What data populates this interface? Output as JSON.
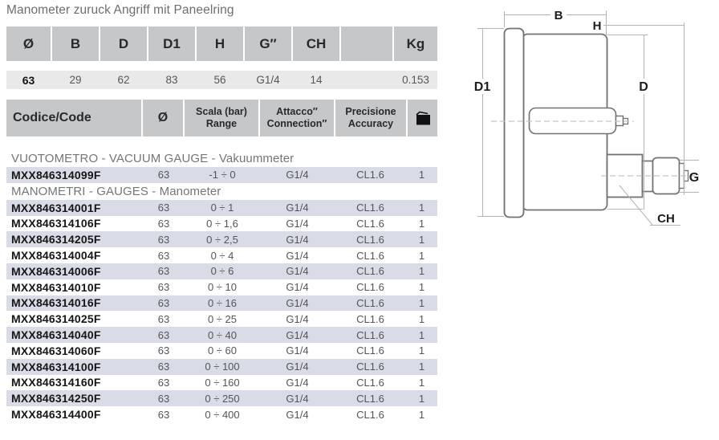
{
  "page": {
    "title": "Manometer zuruck Angriff mit Paneelring"
  },
  "colors": {
    "table_header_bg": "#c6c7c9",
    "spec_value_row_bg": "#e9e9ea",
    "striped_row_bg": "#d9dce6",
    "section_text": "#747579",
    "outline_gray": "#717275"
  },
  "dimensions_table": {
    "headers": [
      "Ø",
      "B",
      "D",
      "D1",
      "H",
      "G″",
      "CH",
      "",
      "Kg"
    ],
    "values": [
      "63",
      "29",
      "62",
      "83",
      "56",
      "G1/4",
      "14",
      "",
      "0.153"
    ]
  },
  "products_table": {
    "headers": {
      "code": "Codice/Code",
      "diameter": "Ø",
      "scale_line1": "Scala (bar)",
      "scale_line2": "Range",
      "connection_line1": "Attacco″",
      "connection_line2": "Connection″",
      "accuracy_line1": "Precisione",
      "accuracy_line2": "Accuracy",
      "package_icon": "package-icon"
    },
    "sections": [
      {
        "title": "VUOTOMETRO - VACUUM GAUGE - Vakuummeter",
        "rows": [
          {
            "code": "MXX846314099F",
            "diameter": "63",
            "scale": "-1 ÷ 0",
            "connection": "G1/4",
            "accuracy": "CL1.6",
            "qty": "1",
            "shaded": true
          }
        ]
      },
      {
        "title": "MANOMETRI - GAUGES - Manometer",
        "rows": [
          {
            "code": "MXX846314001F",
            "diameter": "63",
            "scale": "0 ÷ 1",
            "connection": "G1/4",
            "accuracy": "CL1.6",
            "qty": "1",
            "shaded": true
          },
          {
            "code": "MXX846314106F",
            "diameter": "63",
            "scale": "0 ÷ 1,6",
            "connection": "G1/4",
            "accuracy": "CL1.6",
            "qty": "1",
            "shaded": false
          },
          {
            "code": "MXX846314205F",
            "diameter": "63",
            "scale": "0 ÷ 2,5",
            "connection": "G1/4",
            "accuracy": "CL1.6",
            "qty": "1",
            "shaded": true
          },
          {
            "code": "MXX846314004F",
            "diameter": "63",
            "scale": "0 ÷ 4",
            "connection": "G1/4",
            "accuracy": "CL1.6",
            "qty": "1",
            "shaded": false
          },
          {
            "code": "MXX846314006F",
            "diameter": "63",
            "scale": "0 ÷ 6",
            "connection": "G1/4",
            "accuracy": "CL1.6",
            "qty": "1",
            "shaded": true
          },
          {
            "code": "MXX846314010F",
            "diameter": "63",
            "scale": "0 ÷ 10",
            "connection": "G1/4",
            "accuracy": "CL1.6",
            "qty": "1",
            "shaded": false
          },
          {
            "code": "MXX846314016F",
            "diameter": "63",
            "scale": "0 ÷ 16",
            "connection": "G1/4",
            "accuracy": "CL1.6",
            "qty": "1",
            "shaded": true
          },
          {
            "code": "MXX846314025F",
            "diameter": "63",
            "scale": "0 ÷ 25",
            "connection": "G1/4",
            "accuracy": "CL1.6",
            "qty": "1",
            "shaded": false
          },
          {
            "code": "MXX846314040F",
            "diameter": "63",
            "scale": "0 ÷ 40",
            "connection": "G1/4",
            "accuracy": "CL1.6",
            "qty": "1",
            "shaded": true
          },
          {
            "code": "MXX846314060F",
            "diameter": "63",
            "scale": "0 ÷ 60",
            "connection": "G1/4",
            "accuracy": "CL1.6",
            "qty": "1",
            "shaded": false
          },
          {
            "code": "MXX846314100F",
            "diameter": "63",
            "scale": "0 ÷ 100",
            "connection": "G1/4",
            "accuracy": "CL1.6",
            "qty": "1",
            "shaded": true
          },
          {
            "code": "MXX846314160F",
            "diameter": "63",
            "scale": "0 ÷ 160",
            "connection": "G1/4",
            "accuracy": "CL1.6",
            "qty": "1",
            "shaded": false
          },
          {
            "code": "MXX846314250F",
            "diameter": "63",
            "scale": "0 ÷ 250",
            "connection": "G1/4",
            "accuracy": "CL1.6",
            "qty": "1",
            "shaded": true
          },
          {
            "code": "MXX846314400F",
            "diameter": "63",
            "scale": "0 ÷ 400",
            "connection": "G1/4",
            "accuracy": "CL1.6",
            "qty": "1",
            "shaded": false
          }
        ]
      }
    ]
  },
  "diagram": {
    "labels": {
      "b": "B",
      "h": "H",
      "d1": "D1",
      "d": "D",
      "g": "G",
      "ch": "CH"
    }
  }
}
